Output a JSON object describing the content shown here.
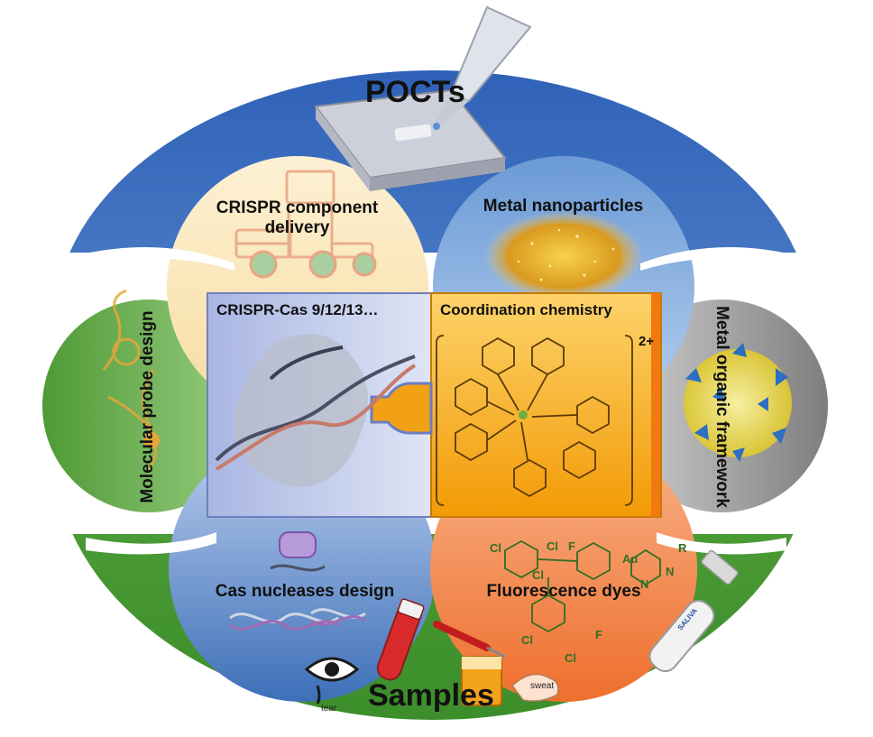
{
  "title_top": "POCTs",
  "title_bottom": "Samples",
  "sections": {
    "crispr_delivery": "CRISPR component\ndelivery",
    "metal_nanoparticles": "Metal nanoparticles",
    "molecular_probe": "Molecular probe design",
    "mof": "Metal organic framework",
    "cas_design": "Cas nucleases design",
    "fluorescence": "Fluorescence dyes"
  },
  "center": {
    "left_title": "CRISPR-Cas 9/12/13…",
    "right_title": "Coordination chemistry",
    "charge": "2+"
  },
  "annotations": {
    "tear": "tear",
    "sweat": "sweat",
    "saliva": "SALIVA",
    "chem_labels": [
      "Cl",
      "Cl",
      "Cl",
      "Cl",
      "Cl",
      "F",
      "F",
      "R",
      "N",
      "Au",
      "N"
    ]
  },
  "colors": {
    "blue": "#3f74c4",
    "green": "#57a23a",
    "cream": "#fbe8bf",
    "lightblue": "#8fb4df",
    "orange": "#f28a4e",
    "gray": "#a8a8a8",
    "center_blue": "#b8c3e6",
    "center_orange": "#f6a20f"
  }
}
